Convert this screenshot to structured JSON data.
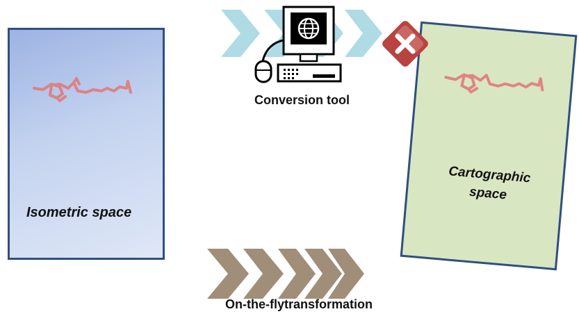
{
  "isometric_panel": {
    "label": "Isometric space"
  },
  "cartographic_panel": {
    "label": "Cartographic space"
  },
  "conversion": {
    "label": "Conversion tool"
  },
  "transformation": {
    "label": "On-the-flytransformation"
  },
  "icons": {
    "computer": "computer-globe-icon",
    "reject": "red-x-icon",
    "chevrons_top": "chevron-arrows-icon",
    "chevrons_bottom": "chevron-arrows-icon"
  },
  "colors": {
    "iso_fill": "#c4d3ef",
    "carto_fill": "#d8e6c2",
    "panel_border": "#2f4f7f",
    "top_chevron": "#aedbe4",
    "bottom_chevron": "#a08e79",
    "reject_red": "#c0504d",
    "route": "#e07b7b"
  }
}
